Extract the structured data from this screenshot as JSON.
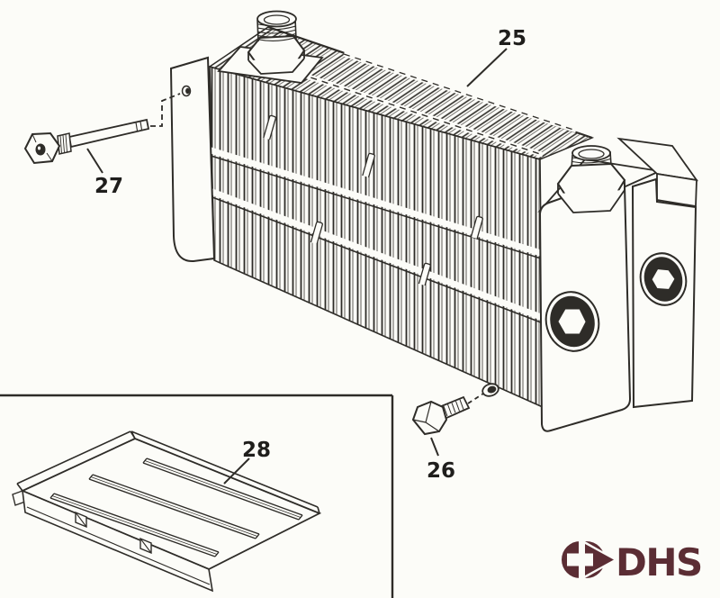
{
  "page": {
    "background_color": "#fcfcf8",
    "line_color": "#2e2c28"
  },
  "diagram": {
    "type": "exploded-parts-illustration",
    "labels": {
      "heat_exchanger_block": "25",
      "bolt": "26",
      "stud": "27",
      "baffle_plate": "28"
    },
    "logo": {
      "icon": "arrow-right-icon",
      "text": "DHS",
      "color": "#5b2d34"
    }
  }
}
